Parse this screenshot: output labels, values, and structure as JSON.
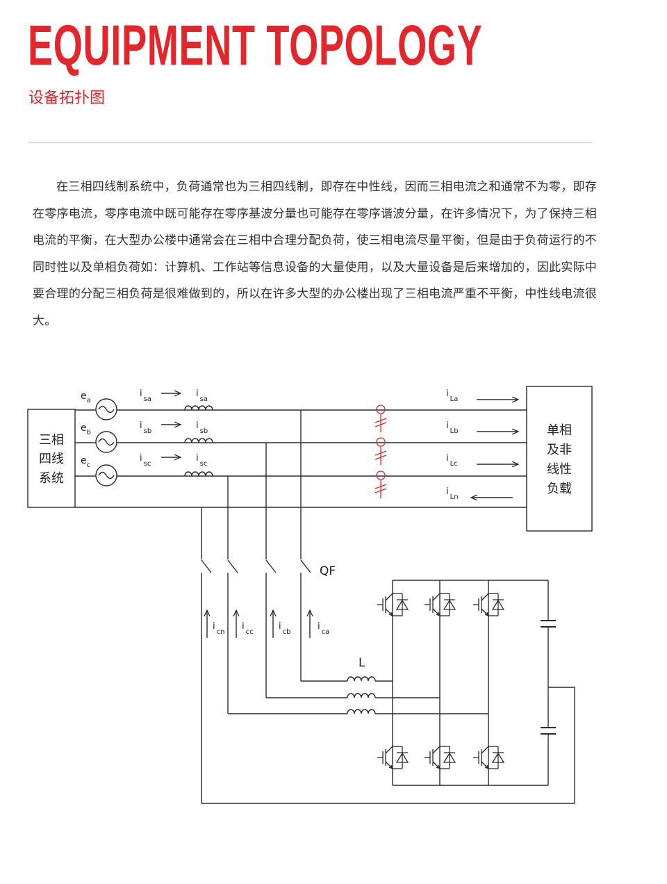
{
  "header": {
    "title": "EQUIPMENT TOPOLOGY",
    "subtitle": "设备拓扑图"
  },
  "description": "在三相四线制系统中，负荷通常也为三相四线制，即存在中性线，因而三相电流之和通常不为零，即存在零序电流，零序电流中既可能存在零序基波分量也可能存在零序谐波分量，在许多情况下，为了保持三相电流的平衡，在大型办公楼中通常会在三相中合理分配负荷，使三相电流尽量平衡，但是由于负荷运行的不同时性以及单相负荷如：计算机、工作站等信息设备的大量使用，以及大量设备是后来增加的，因此实际中要合理的分配三相负荷是很难做到的，所以在许多大型的办公楼出现了三相电流严重不平衡，中性线电流很大。",
  "diagram": {
    "source_box": [
      "三相",
      "四线",
      "系统"
    ],
    "load_box": [
      "单相",
      "及非",
      "线性",
      "负载"
    ],
    "sources": [
      {
        "main": "e",
        "sub": "a"
      },
      {
        "main": "e",
        "sub": "b"
      },
      {
        "main": "e",
        "sub": "c"
      }
    ],
    "source_currents": [
      {
        "main": "i",
        "sub": "sa"
      },
      {
        "main": "i",
        "sub": "sb"
      },
      {
        "main": "i",
        "sub": "sc"
      }
    ],
    "inductor_currents": [
      {
        "main": "i",
        "sub": "sa"
      },
      {
        "main": "i",
        "sub": "sb"
      },
      {
        "main": "i",
        "sub": "sc"
      }
    ],
    "load_currents": [
      {
        "main": "i",
        "sub": "La"
      },
      {
        "main": "i",
        "sub": "Lb"
      },
      {
        "main": "i",
        "sub": "Lc"
      },
      {
        "main": "i",
        "sub": "Ln"
      }
    ],
    "compensation_currents": [
      {
        "main": "i",
        "sub": "cn"
      },
      {
        "main": "i",
        "sub": "cc"
      },
      {
        "main": "i",
        "sub": "cb"
      },
      {
        "main": "i",
        "sub": "ca"
      }
    ],
    "breaker_label": "QF",
    "inductor_label": "L",
    "line_color": "#2b2b2b",
    "ct_color": "#e3262b"
  }
}
